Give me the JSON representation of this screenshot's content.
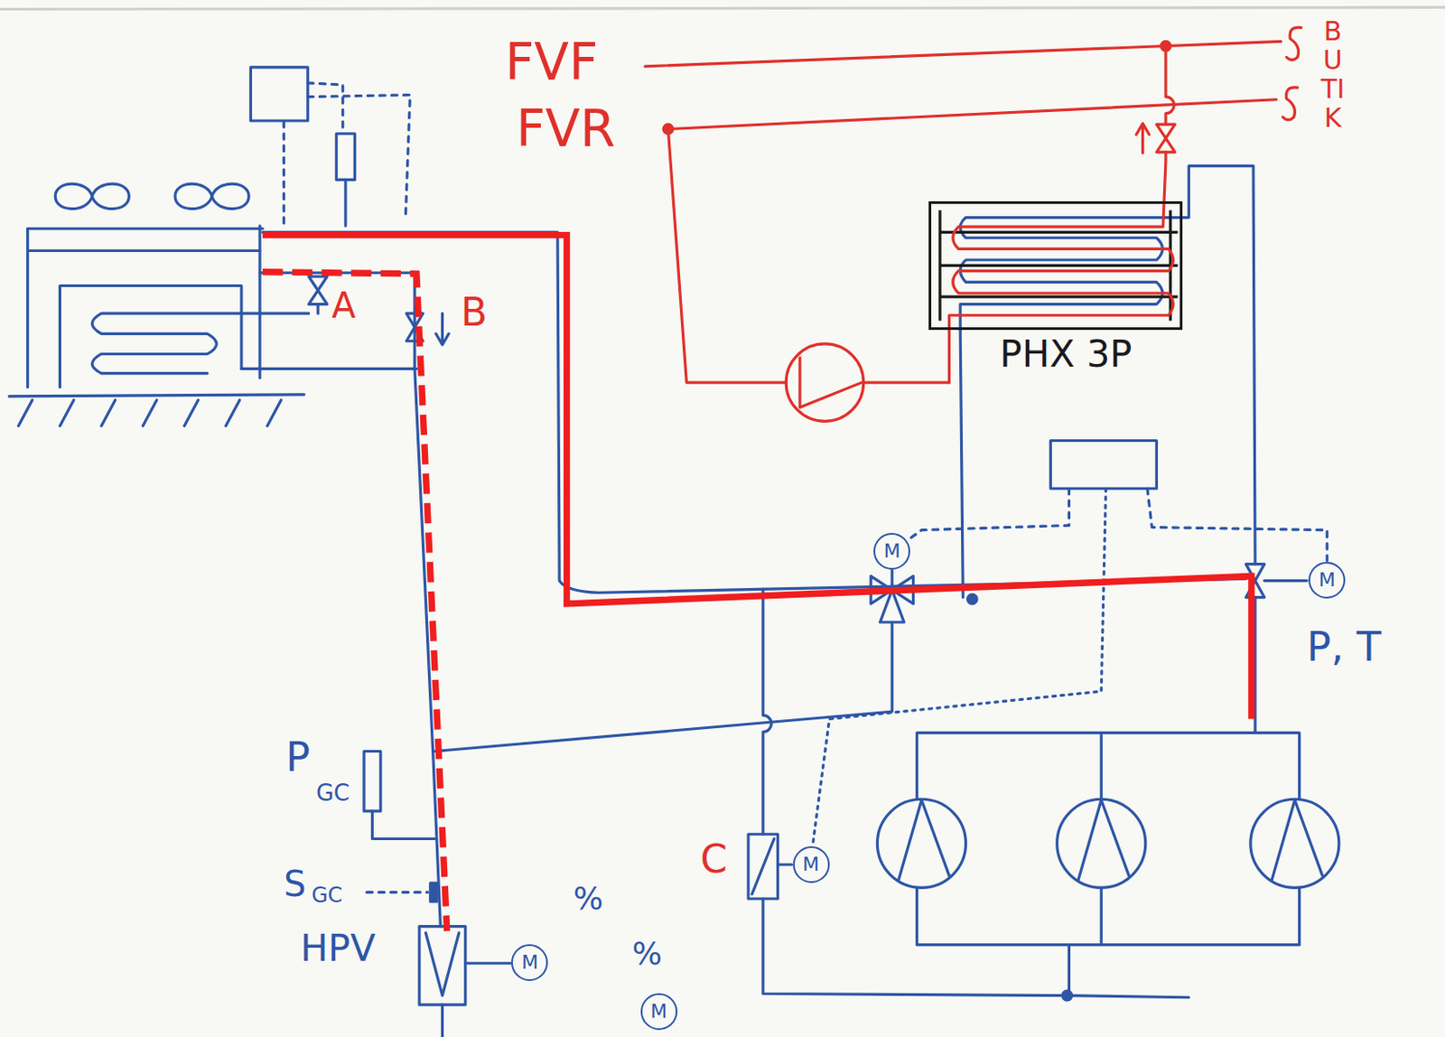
{
  "diagram": {
    "nodes": [
      {
        "text": [
          "PHX 3P"
        ]
      },
      {
        "text": [
          "M"
        ]
      },
      {
        "text": [
          "M"
        ]
      },
      {
        "text": [
          "M"
        ]
      },
      {
        "text": [
          "M"
        ]
      },
      {
        "text": [
          "M"
        ]
      }
    ],
    "labels": [
      "FVF",
      "BUTIK",
      "FVR",
      "A",
      "B",
      "P, T",
      "P",
      "GC",
      "C",
      "S",
      "GC",
      "%",
      "HPV",
      "%"
    ]
  }
}
